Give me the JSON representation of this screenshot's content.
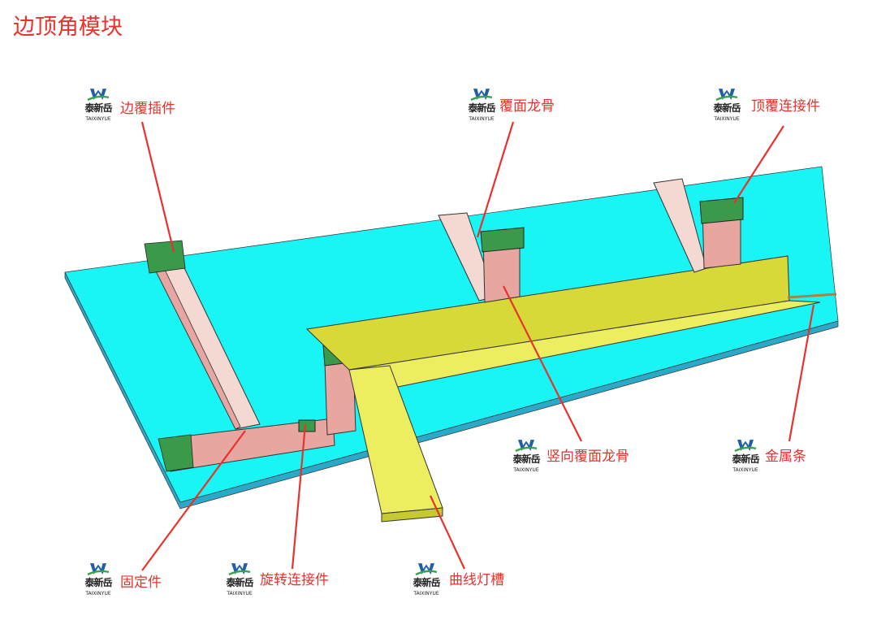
{
  "title": "边顶角模块",
  "logo": {
    "brand": "泰新岳",
    "sub": "TAIXINYUE"
  },
  "colors": {
    "label": "#e8322d",
    "plate": "#19f5f5",
    "trough": "#e8e84a",
    "part": "#e8a6a0",
    "connector": "#3a9a4a"
  },
  "callouts": [
    {
      "id": "side-insert",
      "text": "边覆插件"
    },
    {
      "id": "cover-keel",
      "text": "覆面龙骨"
    },
    {
      "id": "top-connector",
      "text": "顶覆连接件"
    },
    {
      "id": "vertical-cover-keel",
      "text": "竖向覆面龙骨"
    },
    {
      "id": "metal-strip",
      "text": "金属条"
    },
    {
      "id": "fixing-part",
      "text": "固定件"
    },
    {
      "id": "rotary-connector",
      "text": "旋转连接件"
    },
    {
      "id": "curved-light-trough",
      "text": "曲线灯槽"
    }
  ]
}
